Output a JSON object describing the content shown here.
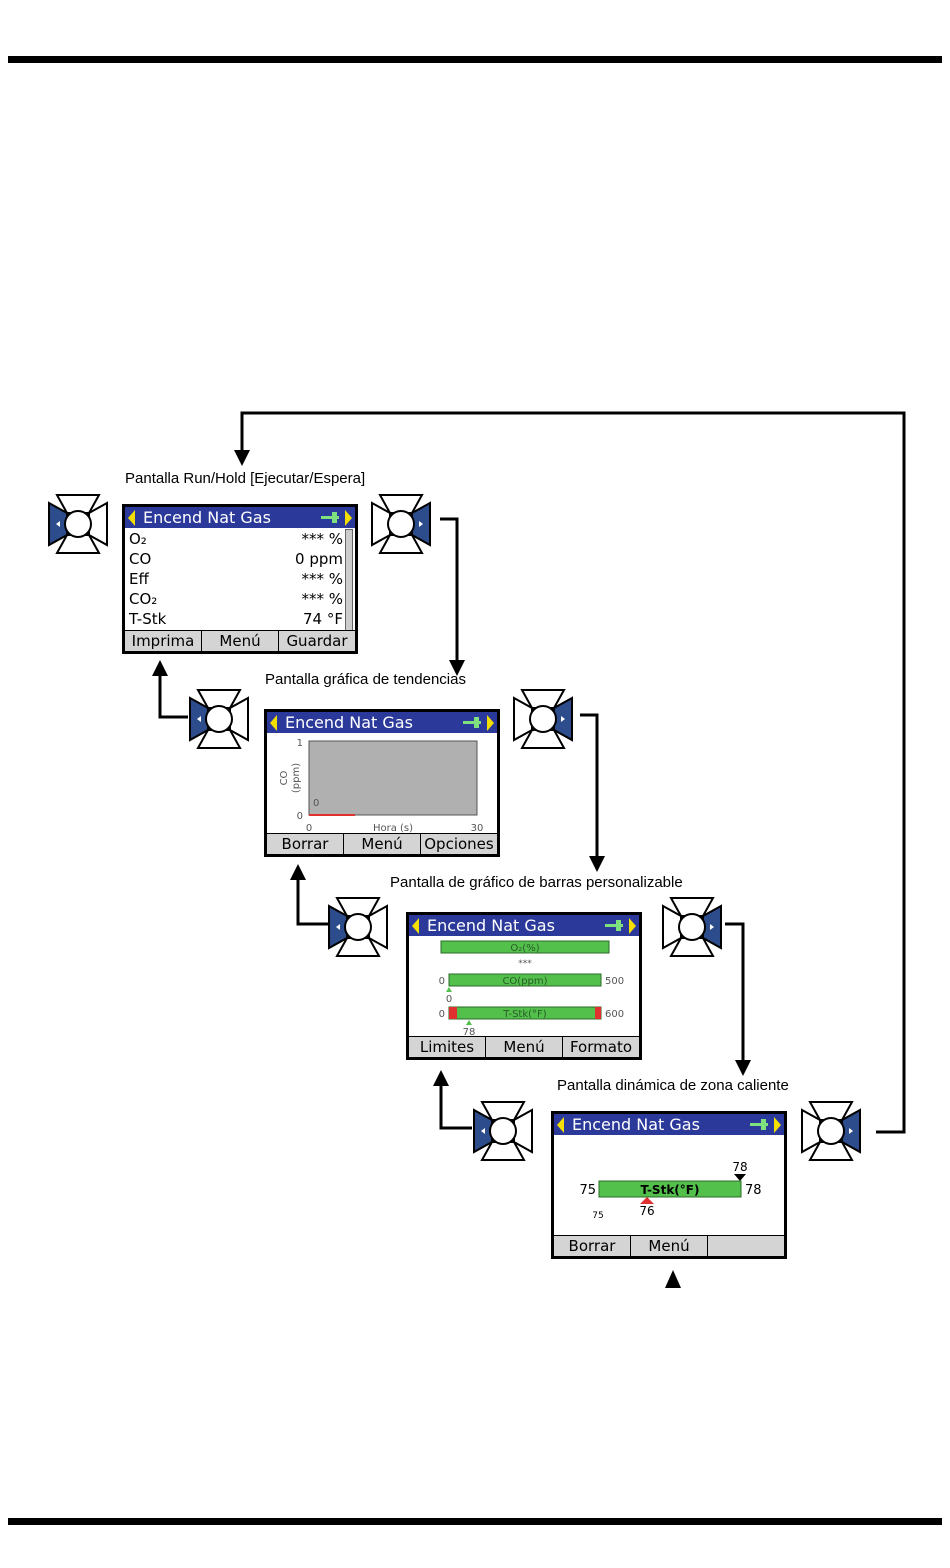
{
  "captions": {
    "run_hold": "Pantalla Run/Hold [Ejecutar/Espera]",
    "trend": "Pantalla gráfica de tendencias",
    "bar": "Pantalla de gráfico de barras personalizable",
    "hot": "Pantalla dinámica de zona caliente"
  },
  "header_title": "Encend Nat Gas",
  "run_screen": {
    "rows": [
      {
        "label": "O₂",
        "value": "*** %"
      },
      {
        "label": "CO",
        "value": "0 ppm"
      },
      {
        "label": "Eff",
        "value": "*** %"
      },
      {
        "label": "CO₂",
        "value": "*** %"
      },
      {
        "label": "T-Stk",
        "value": "74 °F"
      }
    ],
    "softkeys": [
      "Imprima",
      "Menú",
      "Guardar"
    ]
  },
  "trend_screen": {
    "ylabel_line1": "CO",
    "ylabel_line2": "(ppm)",
    "y_top": "1",
    "y_bottom": "0",
    "x_left": "0",
    "x_right": "30",
    "xlabel": "Hora (s)",
    "trace_value": "0",
    "softkeys": [
      "Borrar",
      "Menú",
      "Opciones"
    ]
  },
  "bar_screen": {
    "bars": [
      {
        "label": "O₂(%)",
        "min": "",
        "max": "",
        "value": "***"
      },
      {
        "label": "CO(ppm)",
        "min": "0",
        "max": "500",
        "value": "0"
      },
      {
        "label": "T-Stk(°F)",
        "min": "0",
        "max": "600",
        "value": "78"
      }
    ],
    "softkeys": [
      "Limites",
      "Menú",
      "Formato"
    ]
  },
  "hot_screen": {
    "bar_label": "T-Stk(°F)",
    "left": "75",
    "right": "78",
    "top_marker": "78",
    "bottom_marker": "76",
    "small_marker": "75",
    "softkeys": [
      "Borrar",
      "Menú",
      ""
    ]
  },
  "colors": {
    "header": "#2b3a9a",
    "bar_green": "#52c04a",
    "bar_red": "#e03030",
    "pad_blue": "#2c4c8c"
  }
}
